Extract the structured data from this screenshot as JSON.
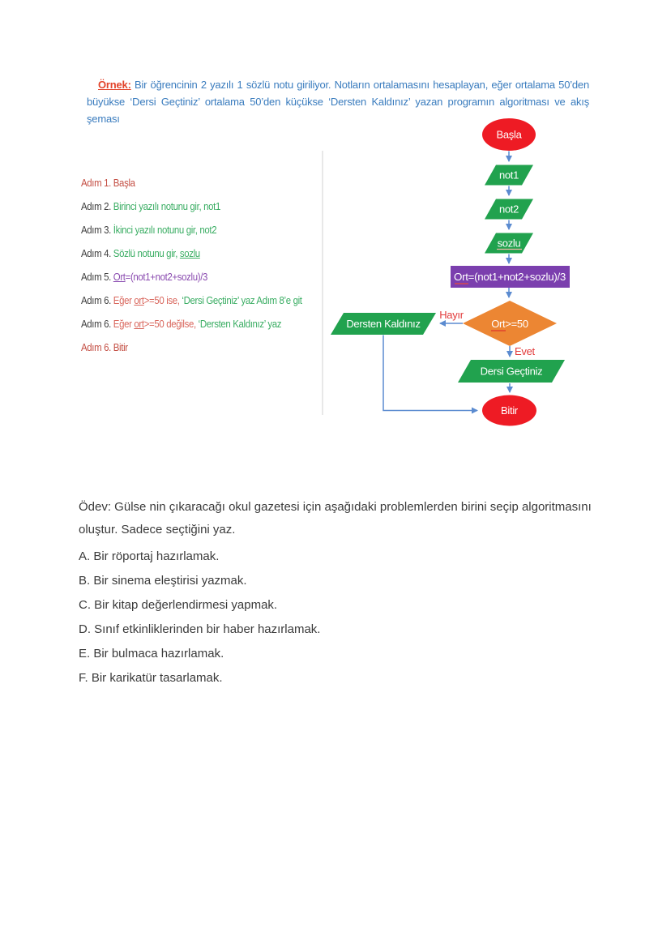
{
  "page": {
    "background": "#ffffff"
  },
  "colors": {
    "ornek_label_red": "#e2432a",
    "header_blue": "#3a7cbe",
    "step_red": "#c44f44",
    "step_black": "#3f3f3f",
    "step_green": "#3aad63",
    "step_purple": "#8a4bb0",
    "step_salmon": "#d9665c",
    "shape_terminator_red": "#ee1b24",
    "shape_io_green": "#21a24e",
    "shape_process_purple": "#7b3fae",
    "shape_decision_orange": "#ec8633",
    "arrow_blue": "#5b8bd0",
    "edge_label_red": "#e23a3a",
    "divider_gray": "#d9d9d9",
    "homework_text": "#3a3a3a"
  },
  "header": {
    "label": "Örnek:",
    "body": " Bir öğrencinin 2 yazılı 1 sözlü notu giriliyor. Notların ortalamasını hesaplayan, eğer ortalama 50’den büyükse ‘Dersi Geçtiniz’ ortalama 50’den küçükse ‘Dersten Kaldınız’ yazan programın algoritması ve akış şeması"
  },
  "algorithm": {
    "steps": [
      {
        "segments": [
          {
            "text": "Adım 1. Başla",
            "color": "red"
          }
        ]
      },
      {
        "segments": [
          {
            "text": "Adım 2. ",
            "color": "black"
          },
          {
            "text": "Birinci yazılı notunu gir, not1",
            "color": "green"
          }
        ]
      },
      {
        "segments": [
          {
            "text": "Adım 3. ",
            "color": "black"
          },
          {
            "text": "İkinci yazılı notunu gir, not2",
            "color": "green"
          }
        ]
      },
      {
        "segments": [
          {
            "text": "Adım 4. ",
            "color": "black"
          },
          {
            "text": "Sözlü notunu gir, ",
            "color": "green"
          },
          {
            "text": "sozlu",
            "color": "green",
            "underline": true
          }
        ]
      },
      {
        "segments": [
          {
            "text": "Adım 5. ",
            "color": "black"
          },
          {
            "text": "Ort",
            "color": "purple",
            "underline": true
          },
          {
            "text": "=(not1+not2+sozlu)/3",
            "color": "purple"
          }
        ]
      },
      {
        "segments": [
          {
            "text": "Adım 6. ",
            "color": "black"
          },
          {
            "text": "Eğer ",
            "color": "salmon"
          },
          {
            "text": "ort",
            "color": "salmon",
            "underline": true
          },
          {
            "text": ">=50 ise, ",
            "color": "salmon"
          },
          {
            "text": "‘Dersi Geçtiniz’ yaz Adım 8’e git",
            "color": "green"
          }
        ]
      },
      {
        "segments": [
          {
            "text": "Adım 6. ",
            "color": "black"
          },
          {
            "text": "Eğer ",
            "color": "salmon"
          },
          {
            "text": "ort",
            "color": "salmon",
            "underline": true
          },
          {
            "text": ">=50 değilse, ",
            "color": "salmon"
          },
          {
            "text": "‘Dersten Kaldınız’ yaz",
            "color": "green"
          }
        ]
      },
      {
        "segments": [
          {
            "text": "Adım 6. Bitir",
            "color": "red"
          }
        ]
      }
    ]
  },
  "flowchart": {
    "nodes": {
      "basla": {
        "label": "Başla",
        "type": "terminator"
      },
      "not1": {
        "label": "not1",
        "type": "io"
      },
      "not2": {
        "label": "not2",
        "type": "io"
      },
      "sozlu": {
        "label": "sozlu",
        "type": "io"
      },
      "ort": {
        "label": "Ort=(not1+not2+sozlu)/3",
        "type": "process"
      },
      "decision": {
        "label": "Ort>=50",
        "type": "decision"
      },
      "dersten": {
        "label": "Dersten Kaldınız",
        "type": "io"
      },
      "dersi": {
        "label": "Dersi Geçtiniz",
        "type": "io"
      },
      "bitir": {
        "label": "Bitir",
        "type": "terminator"
      }
    },
    "edge_labels": {
      "no": "Hayır",
      "yes": "Evet"
    }
  },
  "homework": {
    "intro": "Ödev: Gülse nin çıkaracağı okul gazetesi için aşağıdaki problemlerden birini seçip algoritmasını oluştur. Sadece seçtiğini yaz.",
    "options": [
      "A. Bir röportaj hazırlamak.",
      "B. Bir sinema eleştirisi yazmak.",
      "C. Bir kitap değerlendirmesi yapmak.",
      "D. Sınıf etkinliklerinden bir haber hazırlamak.",
      "E. Bir bulmaca hazırlamak.",
      "F. Bir karikatür tasarlamak."
    ]
  }
}
